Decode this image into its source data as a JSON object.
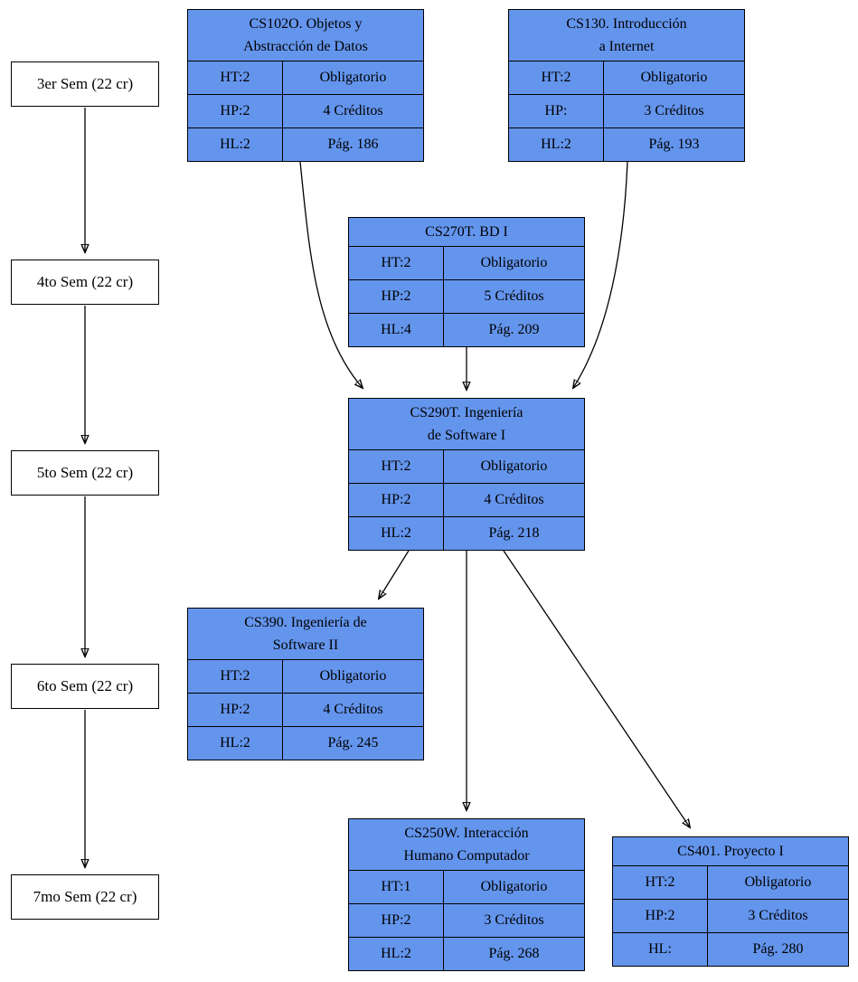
{
  "colors": {
    "card_fill": "#6495ED",
    "card_border": "#000000",
    "semester_fill": "#FFFFFF",
    "arrow": "#000000"
  },
  "semesters": [
    {
      "label": "3er Sem (22 cr)"
    },
    {
      "label": "4to Sem (22 cr)"
    },
    {
      "label": "5to Sem (22 cr)"
    },
    {
      "label": "6to Sem (22 cr)"
    },
    {
      "label": "7mo Sem (22 cr)"
    }
  ],
  "courses": [
    {
      "code": "CS102O",
      "title_lines": [
        "CS102O. Objetos y",
        "Abstracción de Datos"
      ],
      "rows": [
        {
          "left": "HT:2",
          "right": "Obligatorio"
        },
        {
          "left": "HP:2",
          "right": "4 Créditos"
        },
        {
          "left": "HL:2",
          "right": "Pág. 186"
        }
      ]
    },
    {
      "code": "CS130",
      "title_lines": [
        "CS130. Introducción",
        "a Internet"
      ],
      "rows": [
        {
          "left": "HT:2",
          "right": "Obligatorio"
        },
        {
          "left": "HP:",
          "right": "3 Créditos"
        },
        {
          "left": "HL:2",
          "right": "Pág. 193"
        }
      ]
    },
    {
      "code": "CS270T",
      "title_lines": [
        "CS270T. BD I"
      ],
      "rows": [
        {
          "left": "HT:2",
          "right": "Obligatorio"
        },
        {
          "left": "HP:2",
          "right": "5 Créditos"
        },
        {
          "left": "HL:4",
          "right": "Pág. 209"
        }
      ]
    },
    {
      "code": "CS290T",
      "title_lines": [
        "CS290T. Ingeniería",
        "de Software I"
      ],
      "rows": [
        {
          "left": "HT:2",
          "right": "Obligatorio"
        },
        {
          "left": "HP:2",
          "right": "4 Créditos"
        },
        {
          "left": "HL:2",
          "right": "Pág. 218"
        }
      ]
    },
    {
      "code": "CS390",
      "title_lines": [
        "CS390. Ingeniería de",
        "Software II"
      ],
      "rows": [
        {
          "left": "HT:2",
          "right": "Obligatorio"
        },
        {
          "left": "HP:2",
          "right": "4 Créditos"
        },
        {
          "left": "HL:2",
          "right": "Pág. 245"
        }
      ]
    },
    {
      "code": "CS250W",
      "title_lines": [
        "CS250W. Interacción",
        "Humano Computador"
      ],
      "rows": [
        {
          "left": "HT:1",
          "right": "Obligatorio"
        },
        {
          "left": "HP:2",
          "right": "3 Créditos"
        },
        {
          "left": "HL:2",
          "right": "Pág. 268"
        }
      ]
    },
    {
      "code": "CS401",
      "title_lines": [
        "CS401. Proyecto I"
      ],
      "rows": [
        {
          "left": "HT:2",
          "right": "Obligatorio"
        },
        {
          "left": "HP:2",
          "right": "3 Créditos"
        },
        {
          "left": "HL:",
          "right": "Pág. 280"
        }
      ]
    }
  ],
  "edges": [
    {
      "from": "3er Sem",
      "to": "4to Sem"
    },
    {
      "from": "4to Sem",
      "to": "5to Sem"
    },
    {
      "from": "5to Sem",
      "to": "6to Sem"
    },
    {
      "from": "6to Sem",
      "to": "7mo Sem"
    },
    {
      "from": "CS102O",
      "to": "CS290T"
    },
    {
      "from": "CS130",
      "to": "CS290T"
    },
    {
      "from": "CS270T",
      "to": "CS290T"
    },
    {
      "from": "CS290T",
      "to": "CS390"
    },
    {
      "from": "CS290T",
      "to": "CS250W"
    },
    {
      "from": "CS290T",
      "to": "CS401"
    }
  ]
}
